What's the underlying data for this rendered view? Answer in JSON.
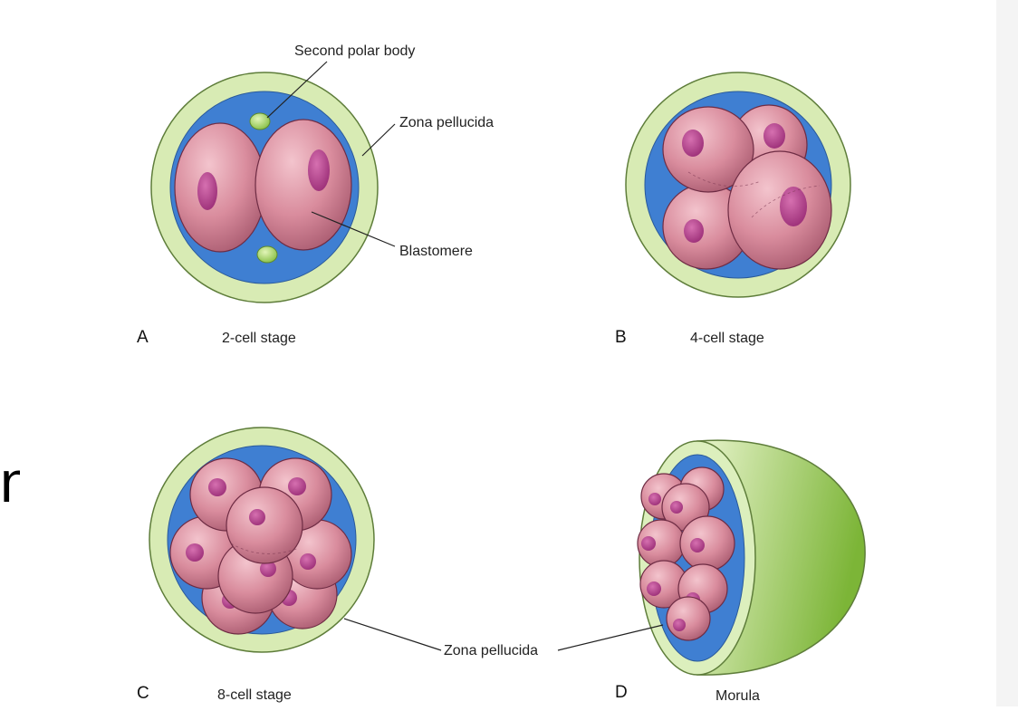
{
  "figure": {
    "panels": [
      {
        "id": "A",
        "letter": "A",
        "caption": "2-cell stage"
      },
      {
        "id": "B",
        "letter": "B",
        "caption": "4-cell stage"
      },
      {
        "id": "C",
        "letter": "C",
        "caption": "8-cell stage"
      },
      {
        "id": "D",
        "letter": "D",
        "caption": "Morula"
      }
    ],
    "labels": {
      "second_polar_body": "Second polar body",
      "zona_pellucida_top": "Zona pellucida",
      "blastomere": "Blastomere",
      "zona_pellucida_bottom": "Zona pellucida"
    },
    "edge_glyph": "n"
  },
  "colors": {
    "zona": "#d8ebb4",
    "zona_stroke": "#5e7d3a",
    "perivitelline": "#3f7fd2",
    "cell_light": "#e8aab6",
    "cell_dark": "#b06478",
    "polar_body": "#a8d66a",
    "morula_shell_light": "#e5f2c8",
    "morula_shell_dark": "#86bb3e"
  }
}
